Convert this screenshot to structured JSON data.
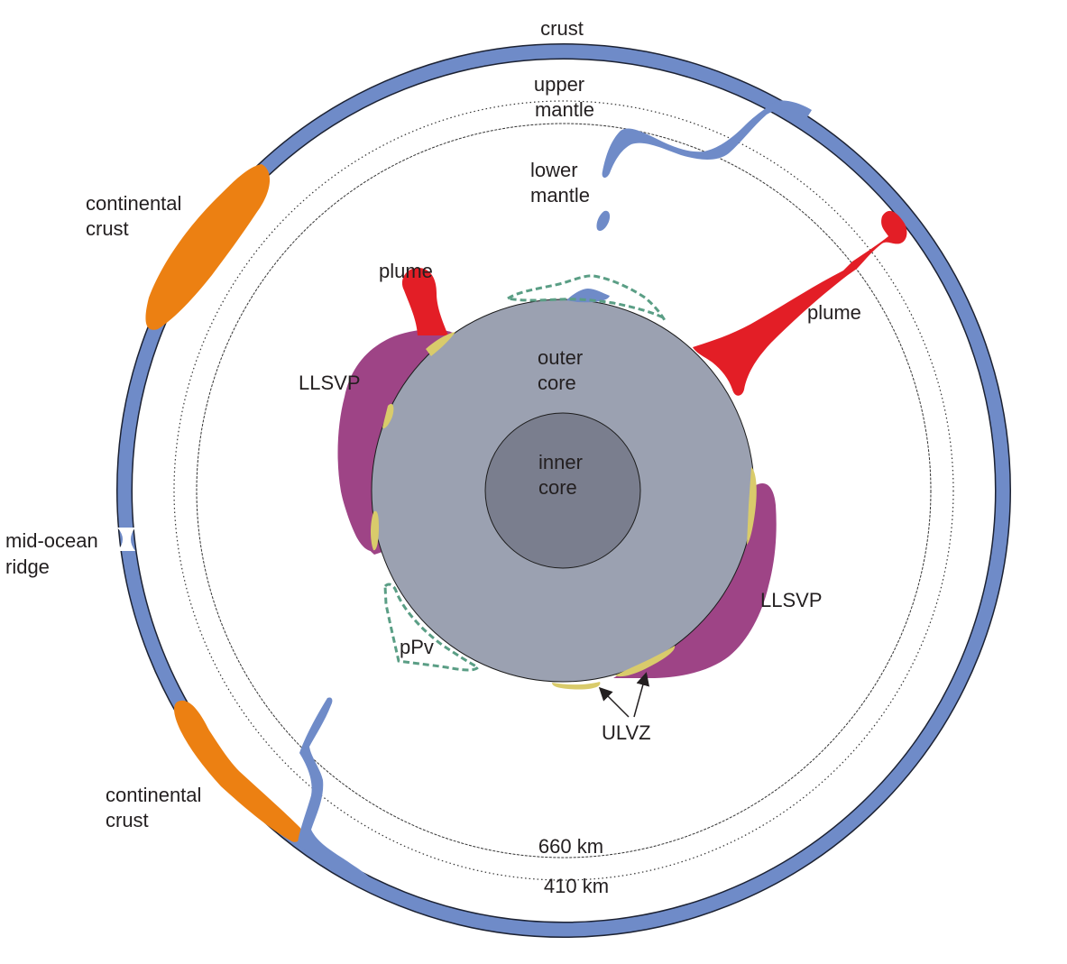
{
  "title": "Schematic cross-section of Earth's interior",
  "colors": {
    "crust": "#6f8bc8",
    "continental_crust": "#ec8012",
    "plume": "#e31e26",
    "llsvp": "#9e4486",
    "ulvz": "#d9cb6b",
    "ppv_outline": "#5a9e85",
    "outer_core": "#9ba1b1",
    "inner_core": "#7a7e8e",
    "slab": "#6f8bc8"
  },
  "labels": {
    "crust": "crust",
    "upper_mantle": [
      "upper",
      "mantle"
    ],
    "lower_mantle": [
      "lower",
      "mantle"
    ],
    "continental_crust_top": [
      "continental",
      "crust"
    ],
    "continental_crust_bottom": [
      "continental",
      "crust"
    ],
    "plume_left": "plume",
    "plume_right": "plume",
    "llsvp_left": "LLSVP",
    "llsvp_right": "LLSVP",
    "outer_core": [
      "outer",
      "core"
    ],
    "inner_core": [
      "inner",
      "core"
    ],
    "mid_ocean_ridge": [
      "mid-ocean",
      "ridge"
    ],
    "ppv": "pPv",
    "ulvz": "ULVZ",
    "depth_660": "660 km",
    "depth_410": "410 km"
  }
}
